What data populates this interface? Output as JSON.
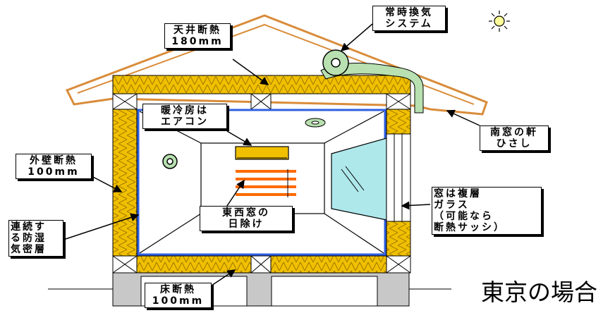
{
  "colors": {
    "roof": "#d98c3a",
    "insulation": "#f0c000",
    "insulation_hatch": "#c8a000",
    "airtight_layer": "#2f5fe0",
    "duct": "#b8e0b0",
    "ac_unit": "#f0c000",
    "louver": "#ff6a00",
    "glass": "#aee8ea",
    "foundation": "#c8c8c8"
  },
  "labels": {
    "ceiling_insulation": [
      "天井断熱",
      "180mm"
    ],
    "ventilation": [
      "常時換気",
      "システム"
    ],
    "air_conditioning": [
      "暖冷房は",
      "エアコン"
    ],
    "south_eaves": [
      "南窓の軒",
      "ひさし"
    ],
    "wall_insulation": [
      "外壁断熱",
      "100mm"
    ],
    "window": [
      "窓は複層",
      "ガラス",
      "（可能なら",
      "断熱サッシ）"
    ],
    "vapor_barrier": [
      "連続す",
      "る防湿",
      "気密層"
    ],
    "sun_shading": [
      "東西窓の",
      "日除け"
    ],
    "floor_insulation": [
      "床断熱",
      "100mm"
    ]
  },
  "caption": "東京の場合",
  "icons": [
    "sun-icon",
    "ventilation-fan-icon",
    "ceiling-vent-icon",
    "wall-vent-icon"
  ]
}
